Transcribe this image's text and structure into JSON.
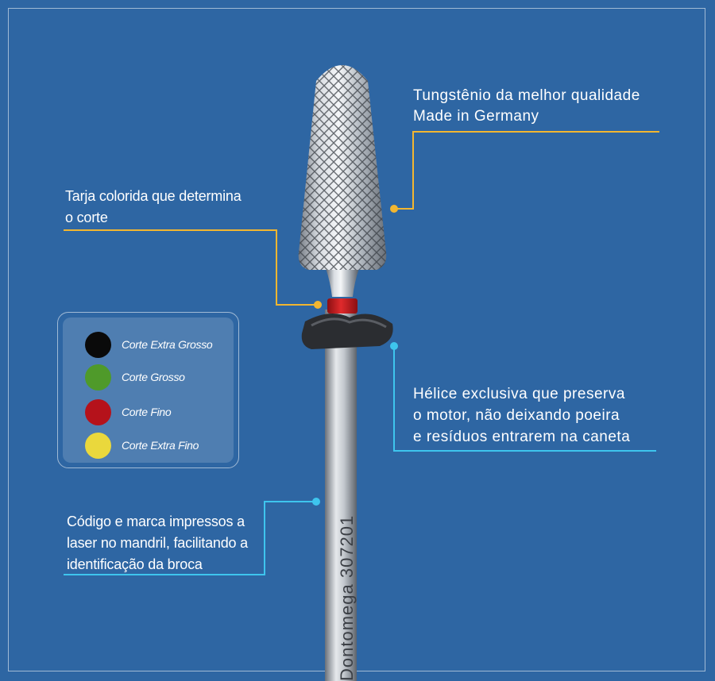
{
  "annotations": {
    "tungsten": {
      "line1": "Tungstênio da melhor qualidade",
      "line2": "Made in Germany"
    },
    "tarja": {
      "line1": "Tarja colorida que determina",
      "line2": "o corte"
    },
    "helice": {
      "line1": "Hélice exclusiva que preserva",
      "line2": "o motor, não deixando poeira",
      "line3": "e resíduos entrarem na caneta"
    },
    "codigo": {
      "line1": "Código e marca impressos a",
      "line2": "laser no mandril, facilitando a",
      "line3": "identificação da broca"
    }
  },
  "legend": {
    "items": [
      {
        "label": "Corte Extra Grosso",
        "color": "#0a0a0a"
      },
      {
        "label": "Corte Grosso",
        "color": "#4f9a2a"
      },
      {
        "label": "Corte Fino",
        "color": "#b5121b"
      },
      {
        "label": "Corte Extra Fino",
        "color": "#ead83c"
      }
    ]
  },
  "shank_engraving": "Dontomega 307201",
  "colors": {
    "background": "#2e66a3",
    "callout_yellow": "#f2b630",
    "callout_cyan": "#3ec5ee",
    "band_red": "#c9191e"
  }
}
